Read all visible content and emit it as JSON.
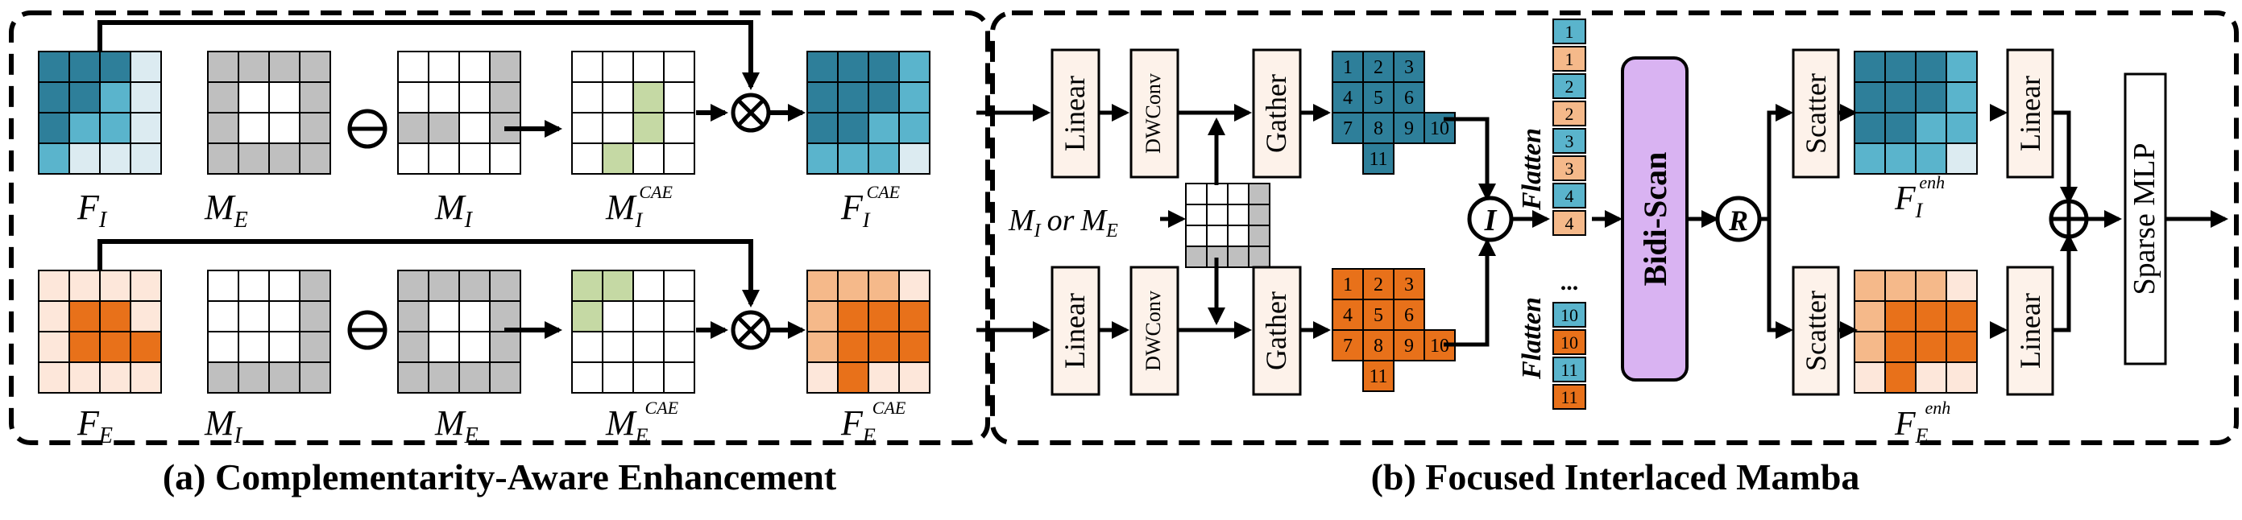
{
  "panels": {
    "a_caption": "(a) Complementarity-Aware Enhancement",
    "b_caption": "(b) Focused Interlaced Mamba"
  },
  "colors": {
    "teal_dark": "#2e7f9a",
    "teal_light": "#5ab4cc",
    "teal_pale": "#dcebf1",
    "orange_dark": "#e8711a",
    "orange_light": "#f5b98a",
    "orange_pale": "#fde7da",
    "mask_gray": "#bfbfbf",
    "cae_green": "#c5d9a4",
    "bidi_purple": "#d9b3f2",
    "box_fill_panel_b": "#fdf2ea"
  },
  "labels": {
    "F_I": "F",
    "F_I_sub": "I",
    "M_E": "M",
    "M_E_sub": "E",
    "M_I": "M",
    "M_I_sub": "I",
    "M_I_CAE_sup": "CAE",
    "F_I_CAE_sup": "CAE",
    "F_E": "F",
    "F_E_sub": "E",
    "M_I_b": "M",
    "M_I_b_sub": "I",
    "M_E_b": "M",
    "M_E_b_sub": "E",
    "M_E_CAE_sup": "CAE",
    "F_E_CAE_sup": "CAE",
    "mask_input": "M",
    "mask_input_sub1": "I",
    "mask_input_or": "or",
    "mask_input_sub2": "E",
    "F_I_enh_sup": "enh",
    "F_E_enh_sup": "enh",
    "F_I_enh_sub": "I",
    "F_E_enh_sub": "E"
  },
  "blocks": {
    "linear": "Linear",
    "dwconv": "DWConv",
    "gather": "Gather",
    "flatten": "Flatten",
    "interlace": "I",
    "bidi_scan": "Bidi-Scan",
    "restore": "R",
    "scatter": "Scatter",
    "sparse_mlp": "Sparse MLP"
  },
  "gather_numbers": [
    "1",
    "2",
    "3",
    "4",
    "5",
    "6",
    "7",
    "8",
    "9",
    "10",
    "11"
  ],
  "sequence_top": [
    "1",
    "1",
    "2",
    "2",
    "3",
    "3",
    "4",
    "4"
  ],
  "sequence_ellipsis": "...",
  "sequence_bottom": [
    "10",
    "10",
    "11",
    "11"
  ]
}
